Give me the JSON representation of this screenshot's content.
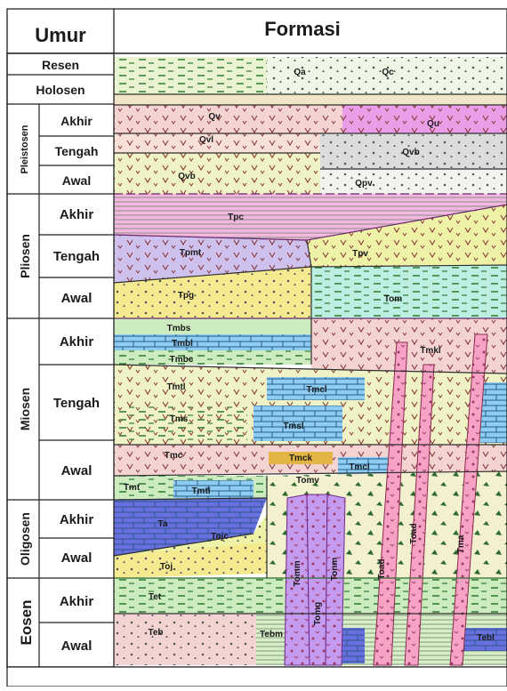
{
  "header": {
    "age_title": "Umur",
    "formation_title": "Formasi"
  },
  "epochs": {
    "resen": "Resen",
    "holosen": "Holosen",
    "pleistosen": "Pleistosen",
    "pliosen": "Pliosen",
    "miosen": "Miosen",
    "oligosen": "Oligosen",
    "eosen": "Eosen"
  },
  "stages": {
    "pleistosen": [
      "Akhir",
      "Tengah",
      "Awal"
    ],
    "pliosen": [
      "Akhir",
      "Tengah",
      "Awal"
    ],
    "miosen": [
      "Akhir",
      "Tengah",
      "Awal"
    ],
    "oligosen": [
      "Akhir",
      "Awal"
    ],
    "eosen": [
      "Akhir",
      "Awal"
    ]
  },
  "formations": {
    "qa": "Qa",
    "qc": "Qc",
    "qv": "Qv",
    "qu": "Qu",
    "qvl": "Qvl",
    "qvb_r": "Qvb",
    "qvb_l": "Qvb",
    "qpv": "Qpv",
    "tpc": "Tpc",
    "tpmt": "Tpmt",
    "tpv": "Tpv",
    "tpg": "Tpg",
    "tom": "Tom",
    "tmbs": "Tmbs",
    "tmbl": "Tmbl",
    "tmbc": "Tmbc",
    "tmkl": "Tmkl",
    "tmtl": "Tmtl",
    "tmcl": "Tmcl",
    "tms": "Tms",
    "tmsl": "Tmsl",
    "tmc": "Tmc",
    "tmck": "Tmck",
    "tmcl2": "Tmcl",
    "tomv": "Tomv",
    "tmt": "Tmt",
    "tmtl2": "Tmtl",
    "ta": "Ta",
    "tojc": "Tojc",
    "toj": "Toj",
    "tomm": "Tomm",
    "tomg": "Tomg",
    "tonm": "Tonm",
    "toad": "Toad",
    "tomd": "Toad",
    "tma": "Tma",
    "tet": "Tet",
    "teb": "Teb",
    "tebm": "Tebm",
    "tebl": "Tebl"
  },
  "colors": {
    "alluvium": "#e9f3d2",
    "volcanic_pink": "#f4d3d3",
    "magenta": "#ea9ee8",
    "light_grey": "#dcdcdc",
    "yellow_green": "#eef2a6",
    "lavender": "#cfc1ee",
    "cyan": "#bdeee2",
    "limestone_blue": "#8ecdf2",
    "green": "#ccebbe",
    "blue_limestone": "#6a6fe0",
    "intrusion_pink": "#f6a3c6",
    "intrusion_purple": "#c49bee",
    "yellow": "#f5ea8f"
  }
}
